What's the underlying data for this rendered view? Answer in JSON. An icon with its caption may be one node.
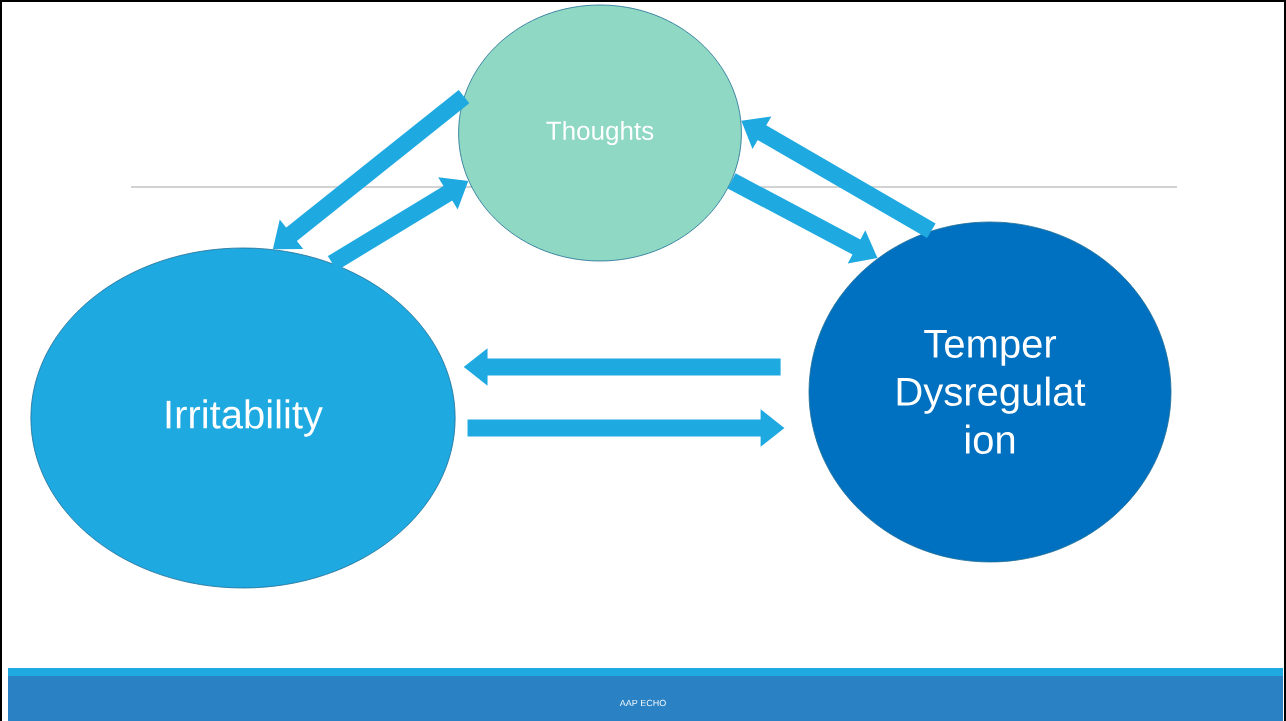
{
  "diagram": {
    "nodes": [
      {
        "text": [
          "Thoughts"
        ]
      },
      {
        "text": [
          "Irritability"
        ]
      },
      {
        "text": [
          "Temper Dysregulat ion"
        ]
      }
    ],
    "edges": [
      {
        "from": 0,
        "to": 1,
        "arrow": "to"
      },
      {
        "from": 1,
        "to": 0,
        "arrow": "to"
      },
      {
        "from": 0,
        "to": 2,
        "arrow": "to"
      },
      {
        "from": 2,
        "to": 0,
        "arrow": "to"
      },
      {
        "from": 2,
        "to": 1,
        "arrow": "to"
      },
      {
        "from": 1,
        "to": 2,
        "arrow": "to"
      }
    ],
    "labels": [
      "AAP ECHO"
    ]
  }
}
